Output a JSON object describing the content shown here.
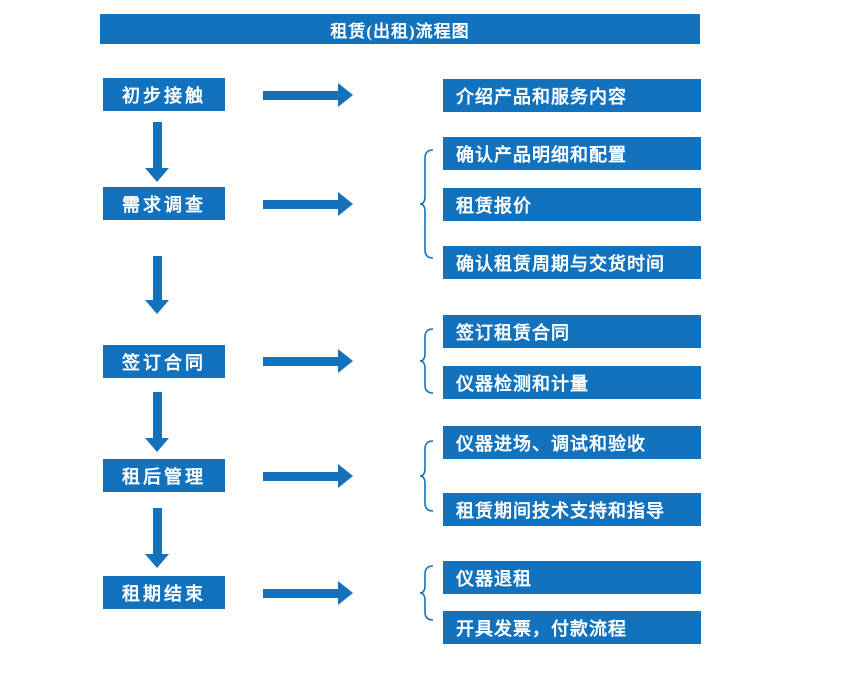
{
  "title": "租赁(出租)流程图",
  "accent_color": "#1272be",
  "steps": [
    {
      "label": "初步接触",
      "details": [
        "介绍产品和服务内容"
      ]
    },
    {
      "label": "需求调查",
      "details": [
        "确认产品明细和配置",
        "租赁报价",
        "确认租赁周期与交货时间"
      ]
    },
    {
      "label": "签订合同",
      "details": [
        "签订租赁合同",
        "仪器检测和计量"
      ]
    },
    {
      "label": "租后管理",
      "details": [
        "仪器进场、调试和验收",
        "租赁期间技术支持和指导"
      ]
    },
    {
      "label": "租期结束",
      "details": [
        "仪器退租",
        "开具发票，付款流程"
      ]
    }
  ]
}
